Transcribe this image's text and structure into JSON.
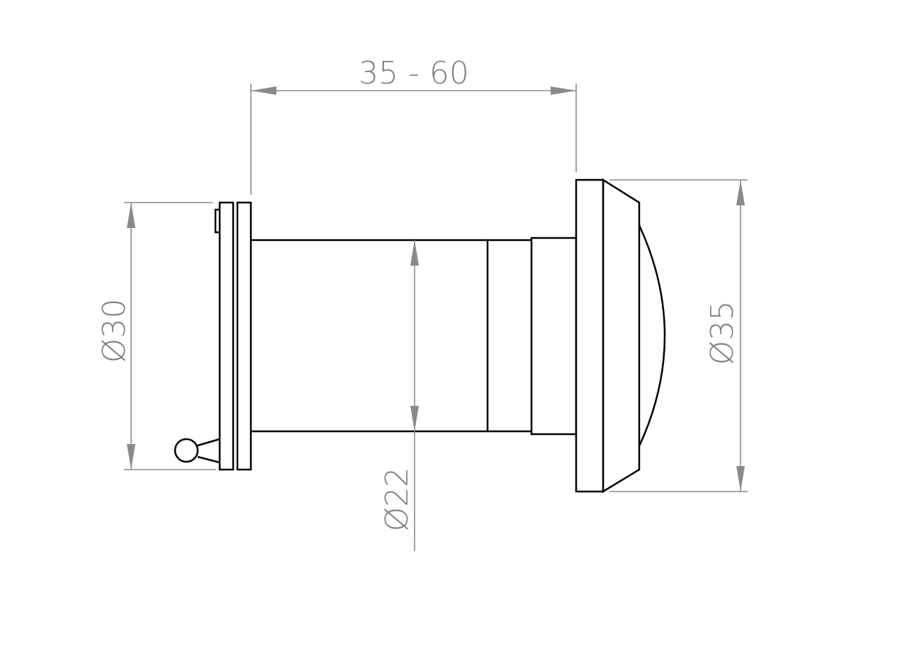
{
  "drawing": {
    "title": "Door viewer dimension drawing",
    "dimensions": {
      "length": "35 - 60",
      "inner_flange_diameter": "Ø30",
      "tube_diameter": "Ø22",
      "outer_flange_diameter": "Ø35"
    },
    "colors": {
      "outline": "#000000",
      "dimension": "#8a8a8a"
    }
  }
}
